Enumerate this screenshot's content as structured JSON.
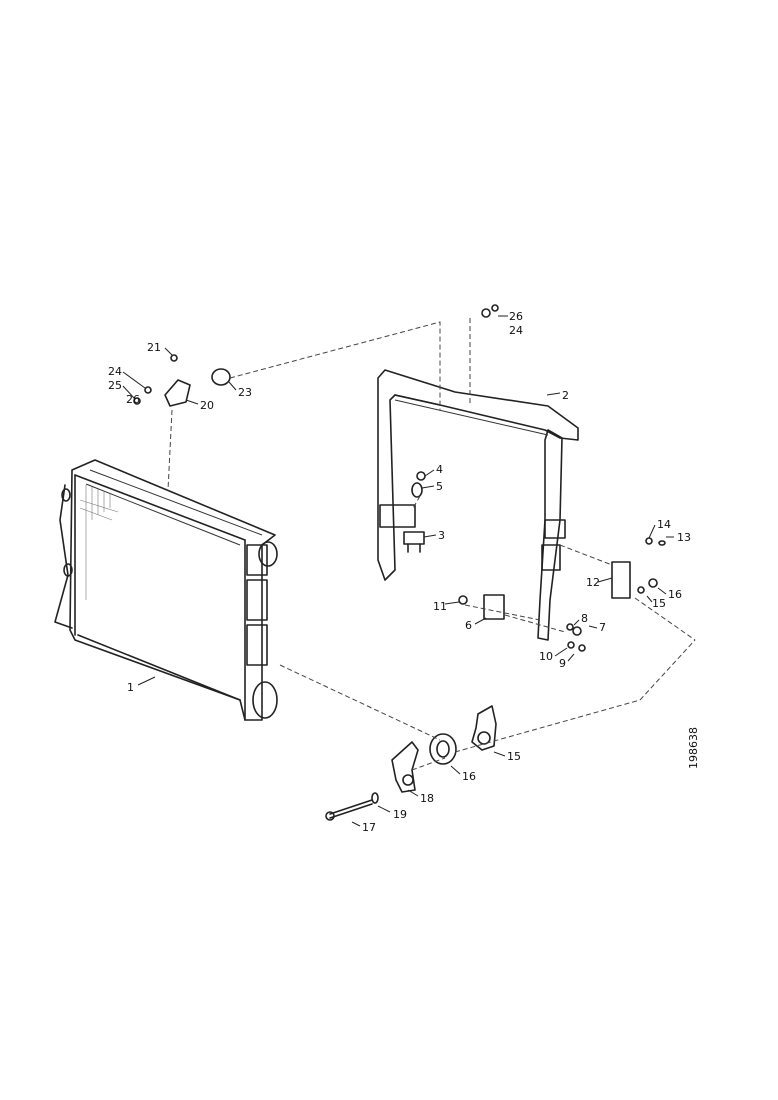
{
  "callouts": [
    "1",
    "2",
    "3",
    "4",
    "5",
    "6",
    "7",
    "8",
    "9",
    "10",
    "11",
    "12",
    "13",
    "14",
    "15",
    "16",
    "17",
    "18",
    "19",
    "20",
    "21",
    "23",
    "24",
    "25",
    "26",
    "24"
  ],
  "drawing_code": "198638"
}
